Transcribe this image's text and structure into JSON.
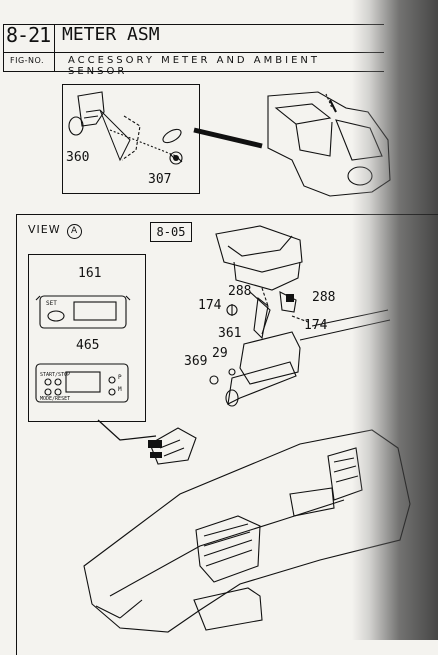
{
  "header": {
    "fig_number": "8-21",
    "fig_label": "FIG-NO.",
    "title": "METER ASM",
    "subtitle": "ACCESSORY METER AND AMBIENT SENSOR"
  },
  "view_label": "VIEW",
  "view_marker": "A",
  "reference_box": "8-05",
  "callouts": {
    "p360": "360",
    "p307": "307",
    "p161": "161",
    "p465": "465",
    "p174a": "174",
    "p288a": "288",
    "p288b": "288",
    "p174b": "174",
    "p361": "361",
    "p369": "369",
    "p29": "29"
  },
  "meter_labels": {
    "set": "SET",
    "start_stop": "START/STOP",
    "mode_reset": "MODE/RESET",
    "p": "P",
    "m": "M"
  }
}
